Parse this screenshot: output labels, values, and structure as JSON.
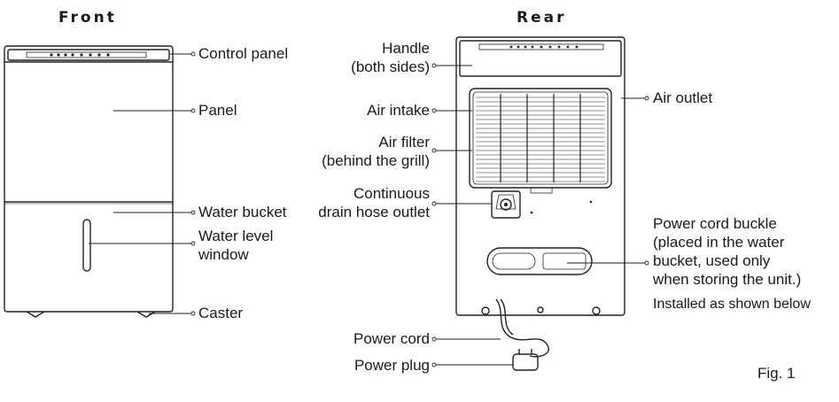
{
  "titles": {
    "front": "Front",
    "rear": "Rear"
  },
  "front_labels": {
    "control_panel": "Control panel",
    "panel": "Panel",
    "water_bucket": "Water bucket",
    "water_level_line1": "Water level",
    "water_level_line2": "window",
    "caster": "Caster"
  },
  "rear_labels": {
    "handle_line1": "Handle",
    "handle_line2": "(both sides)",
    "air_intake": "Air intake",
    "air_filter_line1": "Air filter",
    "air_filter_line2": "(behind the grill)",
    "drain_line1": "Continuous",
    "drain_line2": "drain hose outlet",
    "air_outlet": "Air outlet",
    "cord_buckle_line1": "Power cord buckle",
    "cord_buckle_line2": "(placed in the water",
    "cord_buckle_line3": "bucket, used only",
    "cord_buckle_line4": "when storing the unit.)",
    "installed_note": "Installed as shown below",
    "power_cord": "Power cord",
    "power_plug": "Power plug"
  },
  "figure_label": "Fig. 1"
}
